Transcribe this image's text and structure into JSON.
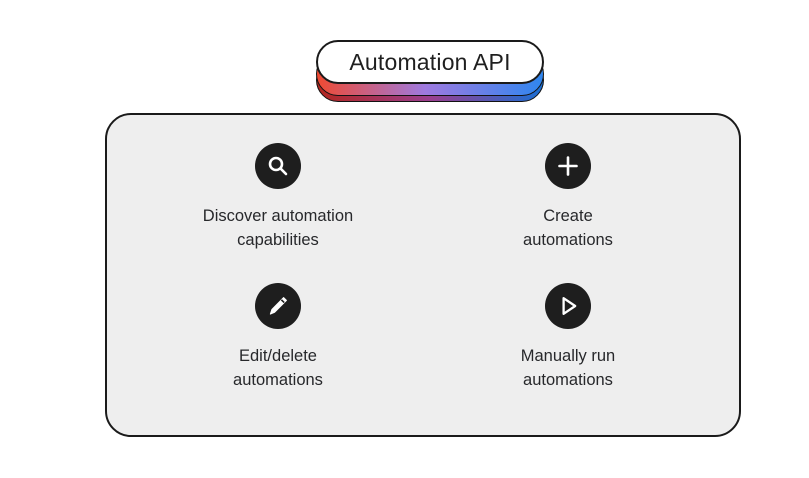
{
  "title": {
    "text": "Automation API"
  },
  "colors": {
    "panel_background": "#eeeeee",
    "panel_border": "#1a1a1a",
    "icon_circle": "#1e1e1e",
    "icon_glyph": "#ffffff",
    "text": "#27282b",
    "gradient_start": "#ef4a32",
    "gradient_mid": "#9e7ae0",
    "gradient_end": "#2f86ef",
    "page_background": "#ffffff"
  },
  "panel": {
    "features": [
      {
        "icon": "search-icon",
        "line1": "Discover automation",
        "line2": "capabilities"
      },
      {
        "icon": "plus-icon",
        "line1": "Create",
        "line2": "automations"
      },
      {
        "icon": "pencil-icon",
        "line1": "Edit/delete",
        "line2": "automations"
      },
      {
        "icon": "play-icon",
        "line1": "Manually run",
        "line2": "automations"
      }
    ]
  }
}
